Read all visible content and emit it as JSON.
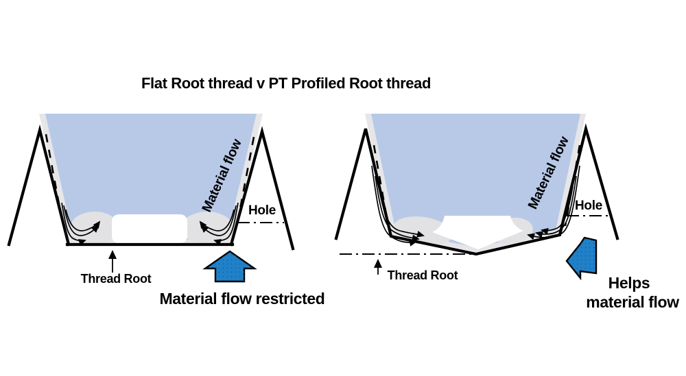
{
  "title": "Flat Root thread v PT Profiled Root thread",
  "left_diagram": {
    "material_flow_label": "Material flow",
    "hole_label": "Hole",
    "thread_root_label": "Thread Root",
    "caption": "Material flow restricted"
  },
  "right_diagram": {
    "material_flow_label": "Material flow",
    "hole_label": "Hole",
    "thread_root_label": "Thread Root",
    "caption_line1": "Helps",
    "caption_line2": "material flow"
  },
  "colors": {
    "material_fill": "#b8c9e8",
    "flow_band": "#e6e6e8",
    "flow_lump": "#e2e2e4",
    "arrow_fill": "#2080c8",
    "arrow_dot": "#0a5a96",
    "line": "#000000",
    "background": "#ffffff"
  }
}
